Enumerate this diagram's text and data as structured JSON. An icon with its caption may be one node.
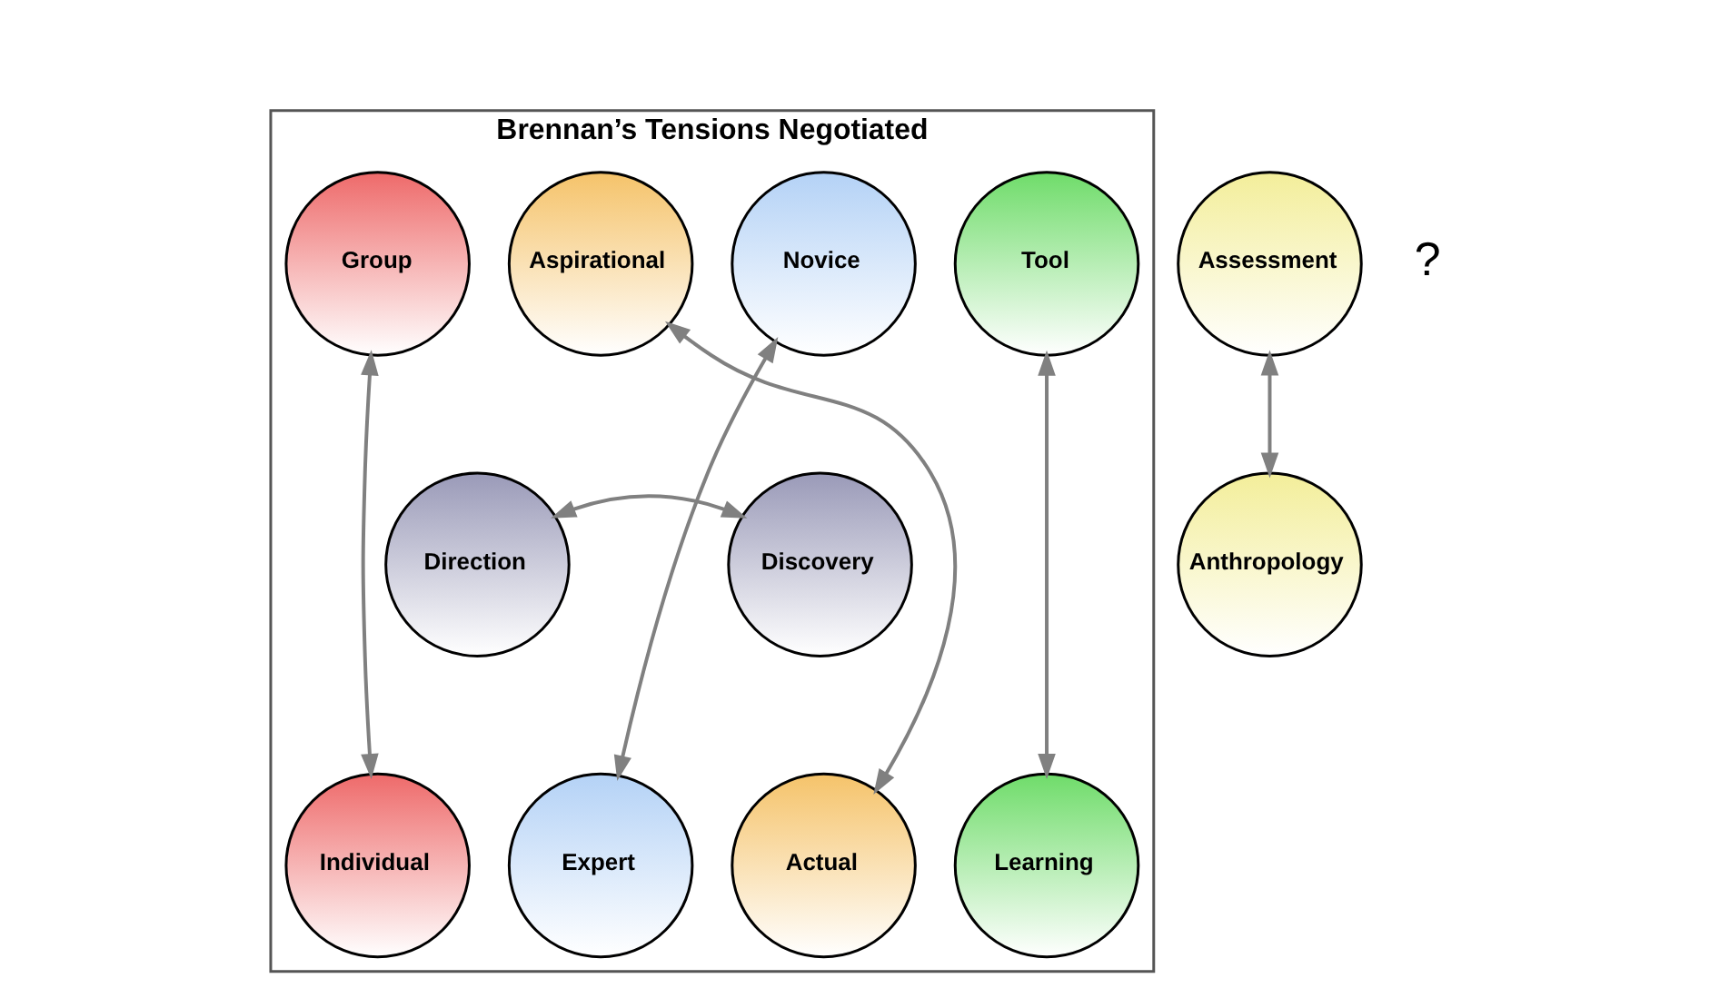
{
  "diagram": {
    "nodes": [
      {
        "text": [
          "Brennan’s Tensions Negotiated"
        ]
      },
      {
        "text": [
          "Aspirational"
        ],
        "in": 0
      },
      {
        "text": [
          "Tool"
        ],
        "in": 0
      },
      {
        "text": [
          "Group"
        ],
        "in": 0
      },
      {
        "text": [
          "Novice"
        ],
        "in": 0
      },
      {
        "text": [
          "Direction"
        ],
        "in": 0
      },
      {
        "text": [
          "Discovery"
        ],
        "in": 0
      },
      {
        "text": [
          "Expert"
        ],
        "in": 0
      },
      {
        "text": [
          "Actual"
        ],
        "in": 0
      },
      {
        "text": [
          "Learning"
        ],
        "in": 0
      },
      {
        "text": [
          "Individual"
        ],
        "in": 0
      },
      {
        "text": [
          "Assessment"
        ]
      },
      {
        "text": [
          "Anthropology"
        ]
      }
    ],
    "edges": [
      {
        "from": 3,
        "to": 10,
        "arrow": "both"
      },
      {
        "from": 1,
        "to": 8,
        "arrow": "both"
      },
      {
        "from": 2,
        "to": 9,
        "arrow": "both"
      },
      {
        "from": 4,
        "to": 7,
        "arrow": "both"
      },
      {
        "from": 5,
        "to": 6,
        "arrow": "both"
      },
      {
        "from": 11,
        "to": 12,
        "arrow": "both"
      }
    ],
    "labels": [
      "?"
    ]
  }
}
